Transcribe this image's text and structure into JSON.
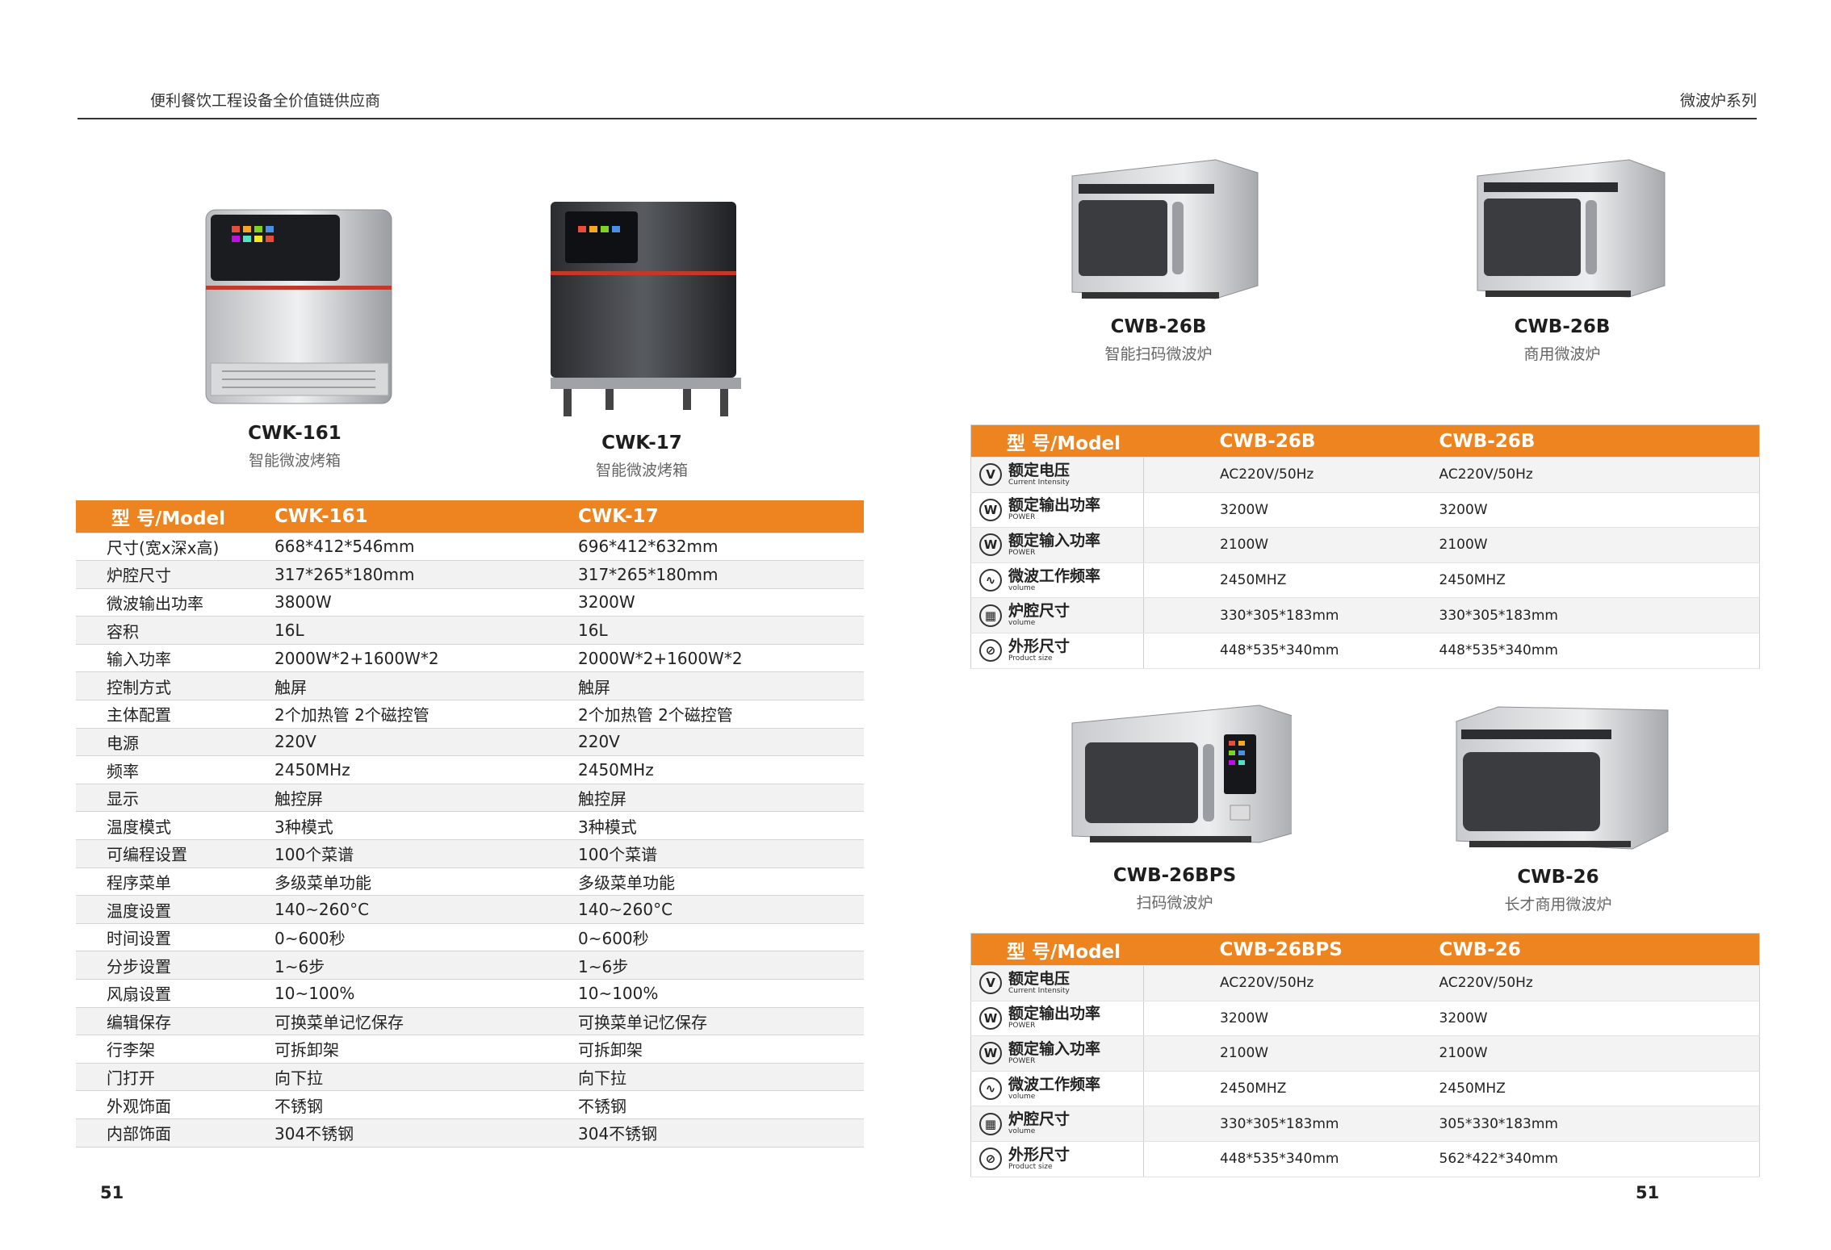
{
  "header": {
    "left": "便利餐饮工程设备全价值链供应商",
    "right": "微波炉系列"
  },
  "pages": {
    "left_num": "51",
    "right_num": "51"
  },
  "products_left": [
    {
      "model": "CWK-161",
      "desc": "智能微波烤箱"
    },
    {
      "model": "CWK-17",
      "desc": "智能微波烤箱"
    }
  ],
  "left_table": {
    "header": [
      "型 号/Model",
      "CWK-161",
      "CWK-17"
    ],
    "rows": [
      [
        "尺寸(宽x深x高)",
        "668*412*546mm",
        "696*412*632mm"
      ],
      [
        "炉腔尺寸",
        "317*265*180mm",
        "317*265*180mm"
      ],
      [
        "微波输出功率",
        "3800W",
        "3200W"
      ],
      [
        "容积",
        "16L",
        "16L"
      ],
      [
        "输入功率",
        "2000W*2+1600W*2",
        "2000W*2+1600W*2"
      ],
      [
        "控制方式",
        "触屏",
        "触屏"
      ],
      [
        "主体配置",
        "2个加热管  2个磁控管",
        "2个加热管  2个磁控管"
      ],
      [
        "电源",
        "220V",
        "220V"
      ],
      [
        "频率",
        "2450MHz",
        "2450MHz"
      ],
      [
        "显示",
        "触控屏",
        "触控屏"
      ],
      [
        "温度模式",
        "3种模式",
        "3种模式"
      ],
      [
        "可编程设置",
        "100个菜谱",
        "100个菜谱"
      ],
      [
        "程序菜单",
        "多级菜单功能",
        "多级菜单功能"
      ],
      [
        "温度设置",
        "140~260°C",
        "140~260°C"
      ],
      [
        "时间设置",
        "0~600秒",
        "0~600秒"
      ],
      [
        "分步设置",
        "1~6步",
        "1~6步"
      ],
      [
        "风扇设置",
        "10~100%",
        "10~100%"
      ],
      [
        "编辑保存",
        "可换菜单记忆保存",
        "可换菜单记忆保存"
      ],
      [
        "行李架",
        "可拆卸架",
        "可拆卸架"
      ],
      [
        "门打开",
        "向下拉",
        "向下拉"
      ],
      [
        "外观饰面",
        "不锈钢",
        "不锈钢"
      ],
      [
        "内部饰面",
        "304不锈钢",
        "304不锈钢"
      ]
    ]
  },
  "products_right_top": [
    {
      "model": "CWB-26B",
      "desc": "智能扫码微波炉"
    },
    {
      "model": "CWB-26B",
      "desc": "商用微波炉"
    }
  ],
  "products_right_bottom": [
    {
      "model": "CWB-26BPS",
      "desc": "扫码微波炉"
    },
    {
      "model": "CWB-26",
      "desc": "长才商用微波炉"
    }
  ],
  "row_labels": {
    "voltage": {
      "cn": "额定电压",
      "en": "Current Intensity",
      "icon": "V"
    },
    "out_power": {
      "cn": "额定输出功率",
      "en": "POWER",
      "icon": "W"
    },
    "in_power": {
      "cn": "额定输入功率",
      "en": "POWER",
      "icon": "W"
    },
    "freq": {
      "cn": "微波工作频率",
      "en": "volume",
      "icon": "wave-icon"
    },
    "cavity": {
      "cn": "炉腔尺寸",
      "en": "volume",
      "icon": "grid-icon"
    },
    "outer": {
      "cn": "外形尺寸",
      "en": "Product size",
      "icon": "box-icon"
    }
  },
  "right_table_top": {
    "header": [
      "型 号/Model",
      "CWB-26B",
      "CWB-26B"
    ],
    "values": [
      [
        "AC220V/50Hz",
        "AC220V/50Hz"
      ],
      [
        "3200W",
        "3200W"
      ],
      [
        "2100W",
        "2100W"
      ],
      [
        "2450MHZ",
        "2450MHZ"
      ],
      [
        "330*305*183mm",
        "330*305*183mm"
      ],
      [
        "448*535*340mm",
        "448*535*340mm"
      ]
    ]
  },
  "right_table_bottom": {
    "header": [
      "型 号/Model",
      "CWB-26BPS",
      "CWB-26"
    ],
    "values": [
      [
        "AC220V/50Hz",
        "AC220V/50Hz"
      ],
      [
        "3200W",
        "3200W"
      ],
      [
        "2100W",
        "2100W"
      ],
      [
        "2450MHZ",
        "2450MHZ"
      ],
      [
        "330*305*183mm",
        "305*330*183mm"
      ],
      [
        "448*535*340mm",
        "562*422*340mm"
      ]
    ]
  }
}
